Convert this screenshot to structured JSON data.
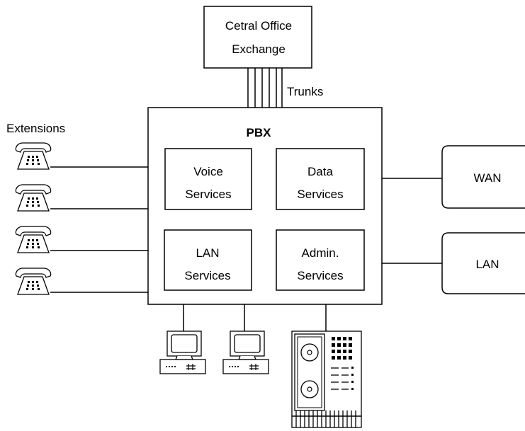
{
  "central_office": {
    "line1": "Cetral Office",
    "line2": "Exchange"
  },
  "trunks_label": "Trunks",
  "extensions_label": "Extensions",
  "pbx": {
    "title": "PBX",
    "fill_color": "#e6e6e6",
    "services": {
      "voice": {
        "line1": "Voice",
        "line2": "Services"
      },
      "data": {
        "line1": "Data",
        "line2": "Services"
      },
      "lan": {
        "line1": "LAN",
        "line2": "Services"
      },
      "admin": {
        "line1": "Admin.",
        "line2": "Services"
      }
    }
  },
  "networks": {
    "wan": "WAN",
    "lan": "LAN"
  },
  "icons": {
    "extensions": [
      "telephone-icon",
      "telephone-icon",
      "telephone-icon",
      "telephone-icon"
    ],
    "terminals": [
      "computer-terminal-icon",
      "computer-terminal-icon"
    ],
    "server": "server-cabinet-icon"
  }
}
